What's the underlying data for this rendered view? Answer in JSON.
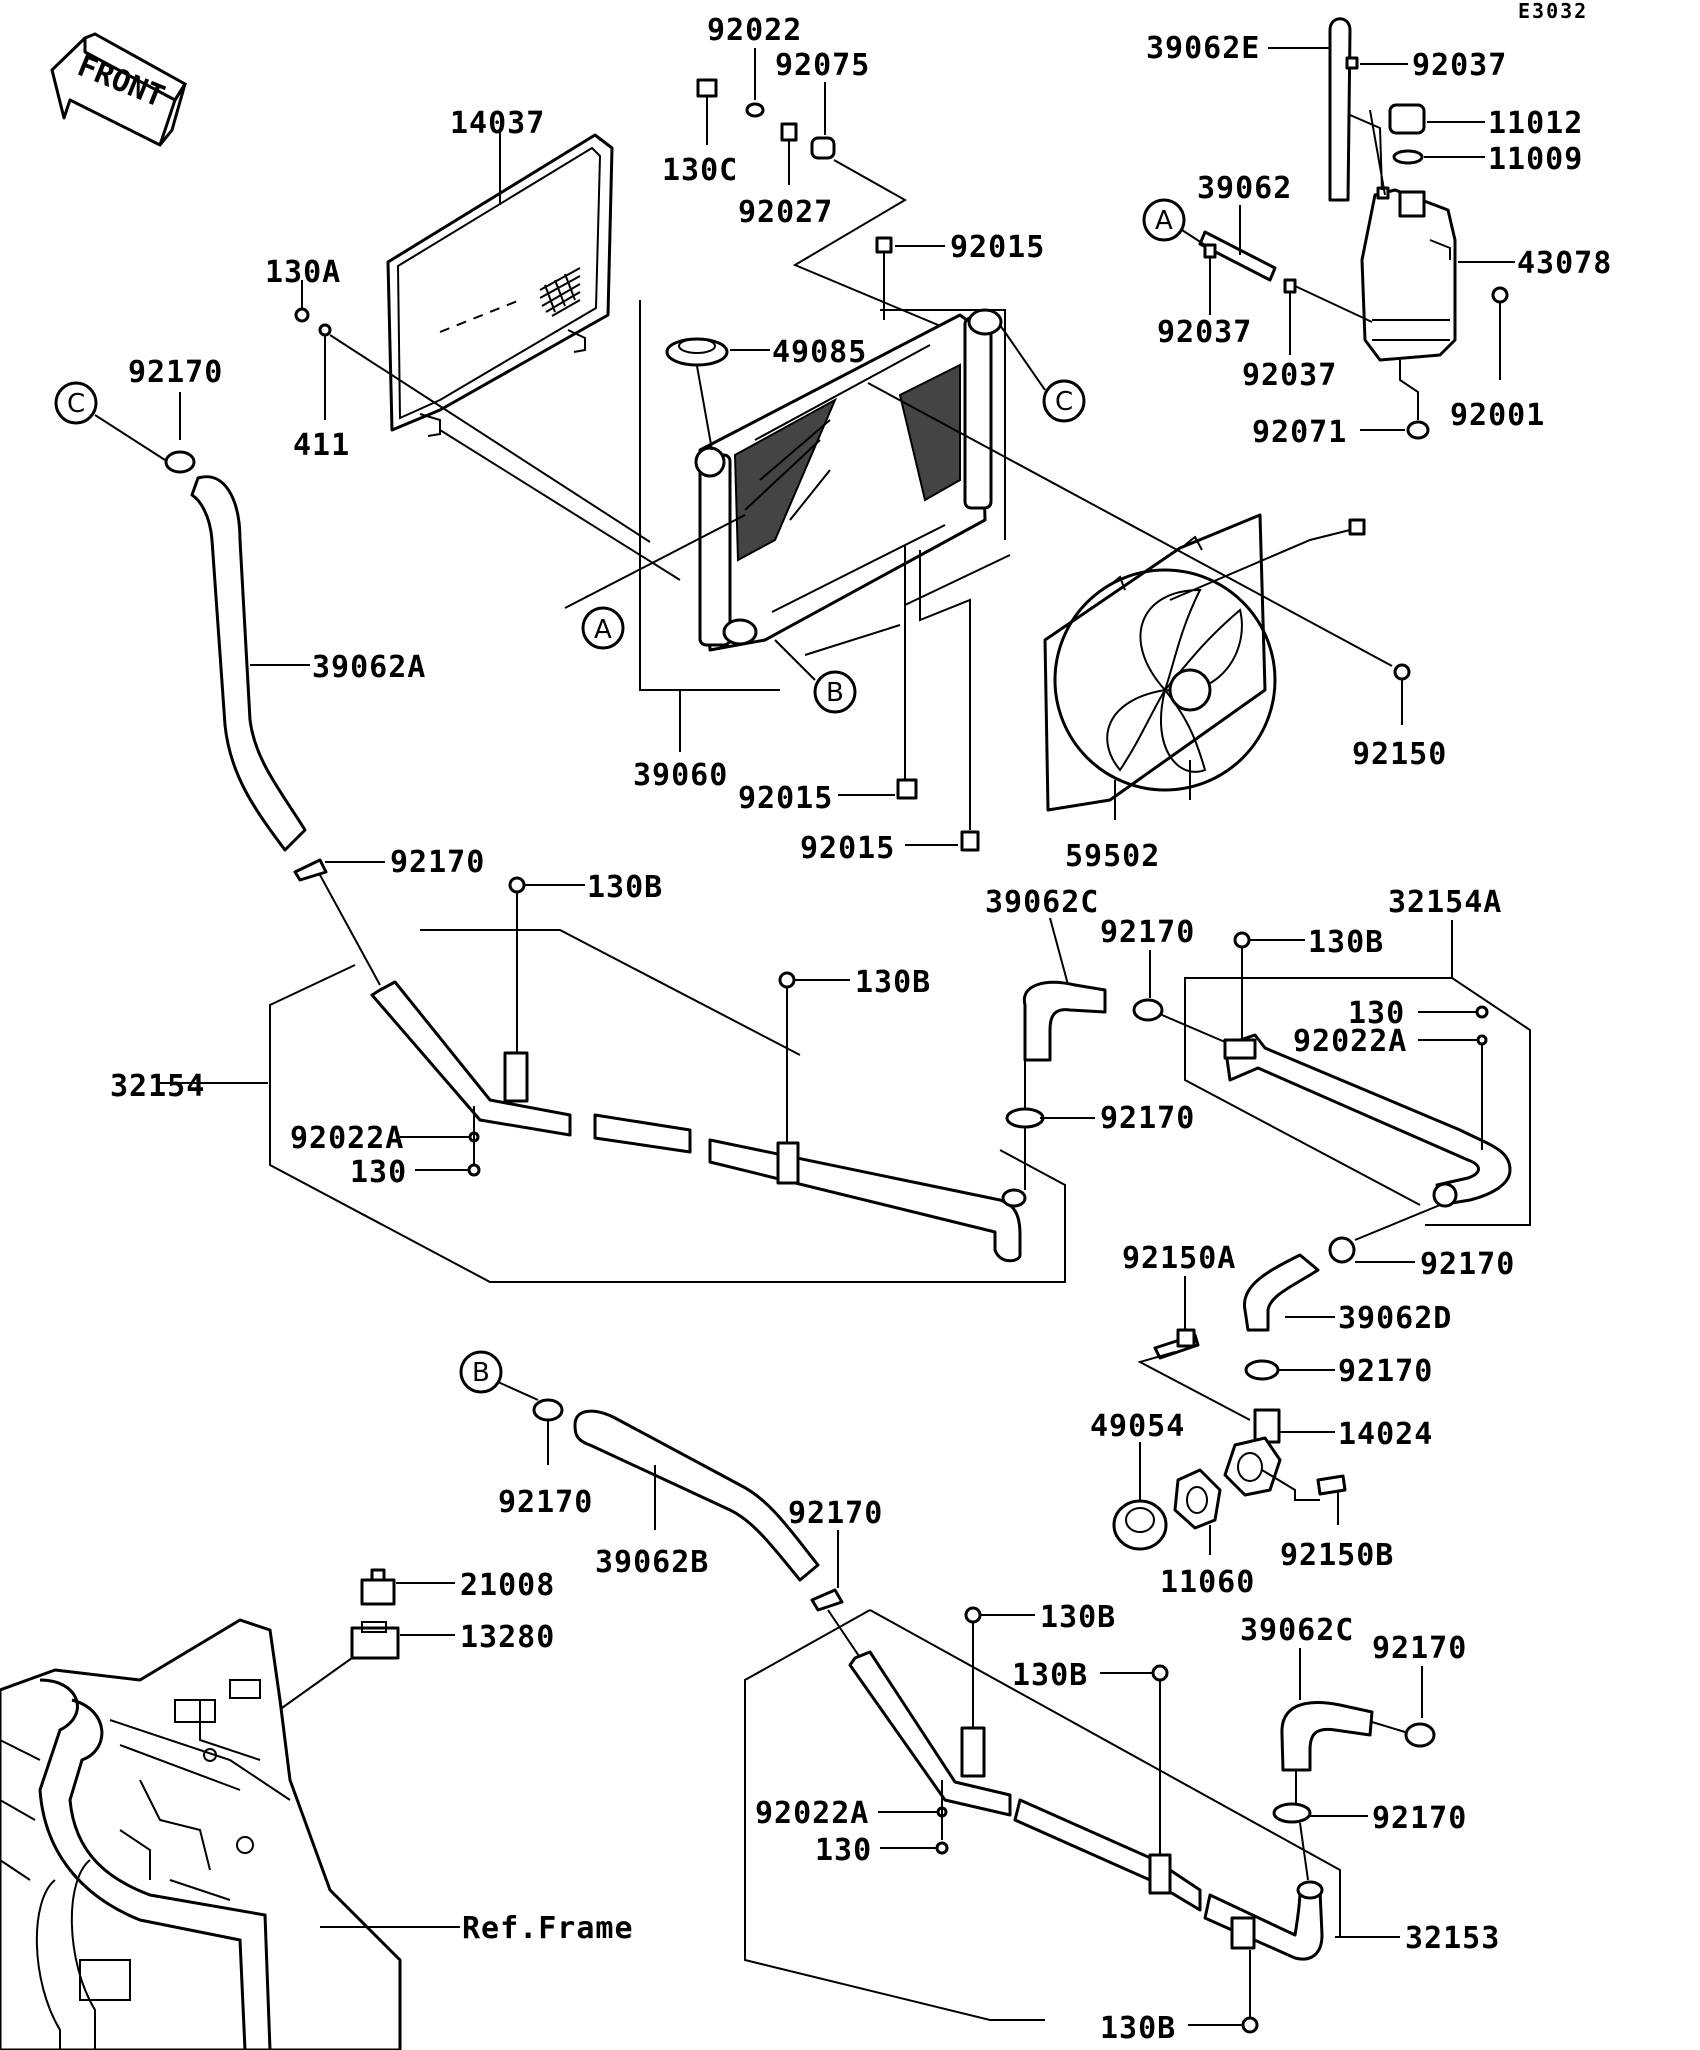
{
  "diagram_code": "E3032",
  "front_label": "FRONT",
  "ref_frame_label": "Ref.Frame",
  "callouts": {
    "A": "A",
    "B": "B",
    "C": "C"
  },
  "labels": {
    "l92022": "92022",
    "l92075": "92075",
    "l130C": "130C",
    "l92027": "92027",
    "l14037": "14037",
    "l130A": "130A",
    "l411": "411",
    "l92170_top": "92170",
    "l39062A": "39062A",
    "l49085": "49085",
    "l92015_a": "92015",
    "l39060": "39060",
    "l92015_b": "92015",
    "l92015_c": "92015",
    "l39062E": "39062E",
    "l92037_a": "92037",
    "l11012": "11012",
    "l11009": "11009",
    "l39062": "39062",
    "l43078": "43078",
    "l92037_b": "92037",
    "l92037_c": "92037",
    "l92001": "92001",
    "l92071": "92071",
    "l92150": "92150",
    "l59502": "59502",
    "l92170_b": "92170",
    "l130B_a": "130B",
    "l130B_b": "130B",
    "l32154": "32154",
    "l92022A_a": "92022A",
    "l130_a": "130",
    "l39062C_a": "39062C",
    "l92170_c": "92170",
    "l92170_d": "92170",
    "l130B_c": "130B",
    "l32154A": "32154A",
    "l130_b": "130",
    "l92022A_b": "92022A",
    "l92170_e": "92170",
    "l92150A": "92150A",
    "l39062D": "39062D",
    "l92170_f": "92170",
    "l49054": "49054",
    "l14024": "14024",
    "l92150B": "92150B",
    "l11060": "11060",
    "l92170_g": "92170",
    "l39062B": "39062B",
    "l92170_h": "92170",
    "l21008": "21008",
    "l13280": "13280",
    "l130B_d": "130B",
    "l130B_e": "130B",
    "l39062C_b": "39062C",
    "l92170_i": "92170",
    "l92022A_c": "92022A",
    "l130_c": "130",
    "l92170_j": "92170",
    "l32153": "32153",
    "l130B_f": "130B"
  }
}
